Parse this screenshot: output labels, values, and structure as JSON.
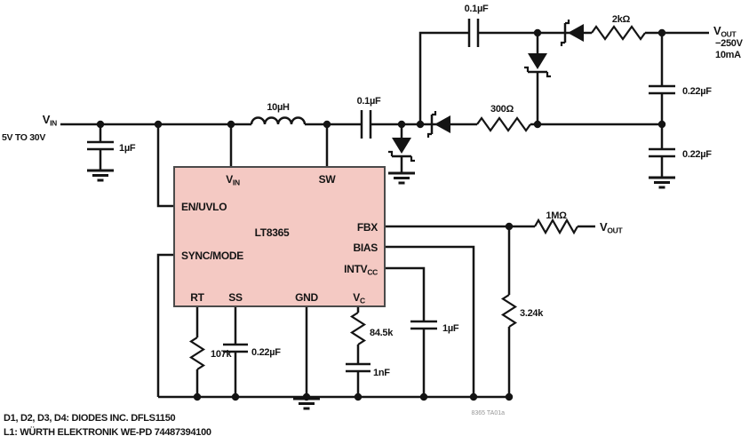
{
  "schematic": {
    "ic": {
      "name": "LT8365",
      "pins": {
        "vin_main": "V",
        "vin_sub": "IN",
        "sw": "SW",
        "en_uvlo": "EN/UVLO",
        "sync_mode": "SYNC/MODE",
        "fbx": "FBX",
        "bias": "BIAS",
        "intvcc_main": "INTV",
        "intvcc_sub": "CC",
        "rt": "RT",
        "ss": "SS",
        "gnd": "GND",
        "vc_main": "V",
        "vc_sub": "C"
      }
    },
    "input": {
      "name_main": "V",
      "name_sub": "IN",
      "range": "5V TO 30V",
      "cap": "1µF"
    },
    "power_stage": {
      "inductor": "10µH",
      "coupling_cap": "0.1µF",
      "pump_cap": "0.1µF",
      "pump_resistor": "300Ω"
    },
    "output": {
      "name_main": "V",
      "name_sub": "OUT",
      "voltage": "−250V",
      "current": "10mA",
      "series_resistor": "2kΩ",
      "cap_top": "0.22µF",
      "cap_bottom": "0.22µF"
    },
    "feedback": {
      "fbx_resistor": "1MΩ",
      "fbx_node_main": "V",
      "fbx_node_sub": "OUT",
      "bottom_resistor": "3.24k"
    },
    "support": {
      "rt_resistor": "107k",
      "ss_cap": "0.22µF",
      "vc_resistor": "84.5k",
      "vc_cap": "1nF",
      "intvcc_cap": "1µF"
    },
    "notes": [
      "D1, D2, D3, D4: DIODES INC. DFLS1150",
      "L1: WÜRTH ELEKTRONIK WE-PD 74487394100"
    ],
    "figure_tag": "8365 TA01a"
  }
}
